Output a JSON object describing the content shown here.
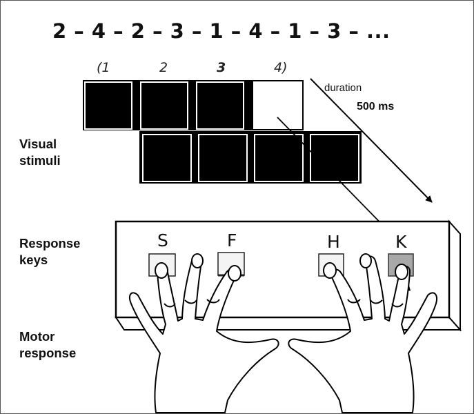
{
  "sequence": "2 – 4 – 2 – 3 – 1 – 4 – 1 – 3 – ...",
  "positions": [
    "(1",
    "2",
    "3",
    "4)"
  ],
  "labels": {
    "visual_stimuli": [
      "Visual",
      "stimuli"
    ],
    "response_keys": [
      "Response",
      "keys"
    ],
    "motor_response": [
      "Motor",
      "response"
    ]
  },
  "duration": {
    "label": "duration",
    "value": "500 ms"
  },
  "keys": [
    "S",
    "F",
    "H",
    "K"
  ],
  "colors": {
    "stimulus_filled": "#000000",
    "stimulus_target": "#ffffff",
    "key_active": "#a8a8a8",
    "key_idle": "#f4f4f4"
  }
}
